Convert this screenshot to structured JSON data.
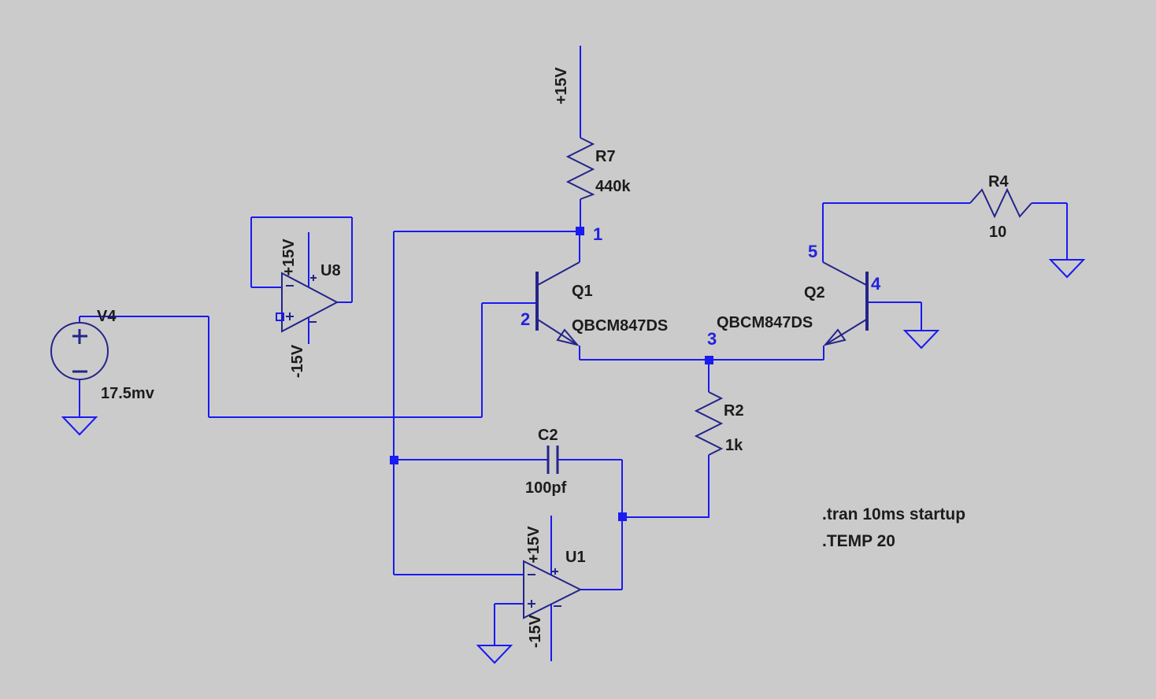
{
  "canvas": {
    "background": "#cbcbcb",
    "wire_color": "#1a1af2",
    "component_color": "#24248b",
    "text_color": "#1c1c1c",
    "node_label_color": "#2222dd"
  },
  "schematic": {
    "components": {
      "V4": {
        "name": "V4",
        "value": "17.5mv"
      },
      "R7": {
        "name": "R7",
        "value": "440k"
      },
      "R2": {
        "name": "R2",
        "value": "1k"
      },
      "R4": {
        "name": "R4",
        "value": "10"
      },
      "C2": {
        "name": "C2",
        "value": "100pf"
      },
      "Q1": {
        "name": "Q1",
        "value": "QBCM847DS"
      },
      "Q2": {
        "name": "Q2",
        "value": "QBCM847DS"
      },
      "U8": {
        "name": "U8"
      },
      "U1": {
        "name": "U1"
      }
    },
    "power": {
      "top": "+15V",
      "u8_pos": "+15V",
      "u8_neg": "-15V",
      "u1_pos": "+15V",
      "u1_neg": "-15V"
    },
    "nodes": {
      "n1": "1",
      "n2": "2",
      "n3": "3",
      "n4": "4",
      "n5": "5"
    },
    "directives": [
      ".tran 10ms startup",
      ".TEMP 20"
    ]
  }
}
